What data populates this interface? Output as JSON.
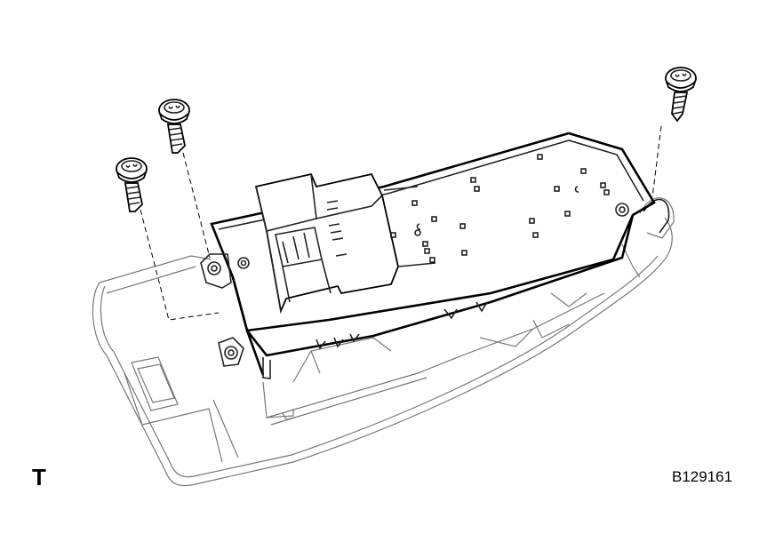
{
  "labels": {
    "corner_mark": "T",
    "figure_code": "B129161"
  },
  "parts": {
    "screw_count": 3,
    "screw_icon": "tapping-screw-icon"
  }
}
